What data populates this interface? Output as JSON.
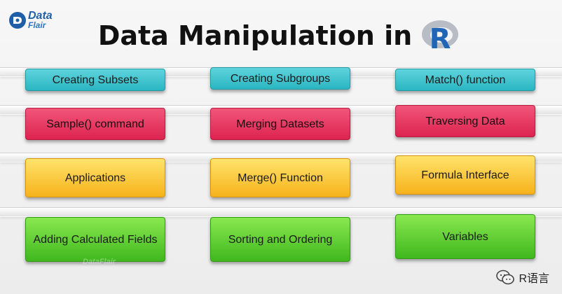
{
  "brand": {
    "line1": "Data",
    "line2": "Flair"
  },
  "title": {
    "text": "Data Manipulation in",
    "logo_letter": "R"
  },
  "rows": [
    {
      "color": "teal",
      "items": [
        "Creating Subsets",
        "Creating Subgroups",
        "Match() function"
      ]
    },
    {
      "color": "red",
      "items": [
        "Sample() command",
        "Merging Datasets",
        "Traversing Data"
      ]
    },
    {
      "color": "yellow",
      "items": [
        "Applications",
        "Merge() Function",
        "Formula Interface"
      ]
    },
    {
      "color": "green",
      "items": [
        "Adding Calculated Fields",
        "Sorting and Ordering",
        "Variables"
      ]
    }
  ],
  "watermark": "DataFlair",
  "footer": {
    "channel": "R语言"
  },
  "colors": {
    "teal": "#2ab6c1",
    "red": "#dc2450",
    "yellow": "#f6b21b",
    "green": "#3fb81e",
    "title": "#111111",
    "brand": "#1f5fa8",
    "r_logo_blue": "#2165b6"
  },
  "icons": [
    "dataflair-logo-icon",
    "r-logo-icon",
    "wechat-icon"
  ]
}
